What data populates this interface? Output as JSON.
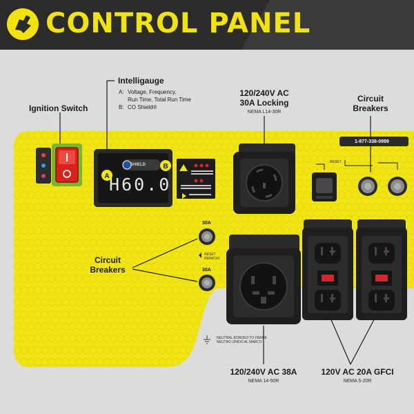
{
  "header": {
    "title": "CONTROL PANEL",
    "colors": {
      "background": "#2b2b2b",
      "accent": "#f2e30c"
    },
    "logo_icon": "hand-bolt-icon"
  },
  "labels": {
    "ignition_switch": "Ignition Switch",
    "intelligauge": {
      "title": "Intelligauge",
      "items": [
        {
          "key": "A:",
          "text": "Voltage, Frequency,"
        },
        {
          "key": "",
          "text": "Run Time, Total Run Time"
        },
        {
          "key": "B:",
          "text": "CO Shield®"
        }
      ]
    },
    "locking_outlet": {
      "title_line1": "120/240V AC",
      "title_line2": "30A Locking",
      "sub": "NEMA L14-30R"
    },
    "breakers_top": {
      "line1": "Circuit",
      "line2": "Breakers"
    },
    "breakers_left": {
      "line1": "Circuit",
      "line2": "Breakers"
    },
    "outlet_50": {
      "title": "120/240V AC 38A",
      "sub": "NEMA 14-50R"
    },
    "gfci": {
      "title": "120V AC 20A GFCI",
      "sub": "NEMA 5-20R"
    }
  },
  "panel": {
    "display_reading": "H60.0",
    "co_shield": "SHIELD",
    "phone": "1-877-338-0999",
    "breaker_amps_left": [
      "30A",
      "30A"
    ],
    "reset_text": "RESET",
    "reset_text_es": "REINICIO",
    "neutral_text": "NEUTRAL BONDED TO FRAME",
    "neutral_text_es": "NEUTRO UNIDO AL MARCO",
    "colors": {
      "panel_yellow": "#f1e614",
      "switch_red": "#d9221c",
      "switch_frame": "#79b72e"
    }
  }
}
